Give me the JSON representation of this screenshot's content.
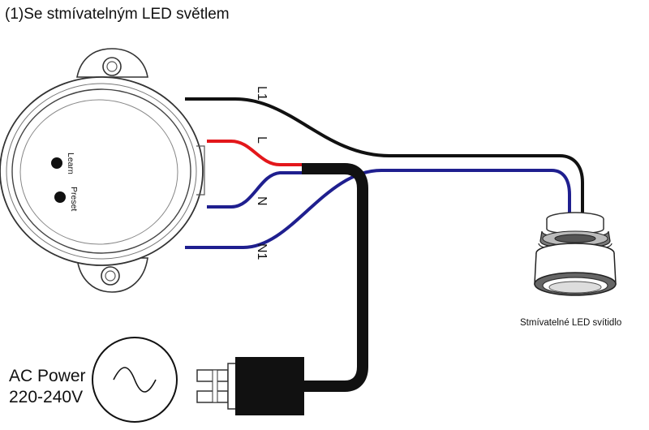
{
  "title": "(1)Se stmívatelným LED světlem",
  "module": {
    "buttons": [
      {
        "label": "Learn"
      },
      {
        "label": "Preset"
      }
    ]
  },
  "wires": {
    "l1": {
      "label": "L1",
      "color": "#111111"
    },
    "l": {
      "label": "L",
      "color": "#e3171b"
    },
    "n": {
      "label": "N",
      "color": "#1f1f8f"
    },
    "n1": {
      "label": "N1",
      "color": "#1f1f8f"
    }
  },
  "power": {
    "line1": "AC Power",
    "line2": "220-240V"
  },
  "lamp": {
    "caption": "Stmívatelné LED svítidlo"
  },
  "colors": {
    "cable": "#111111",
    "live": "#e3171b",
    "neutral": "#1f1f8f"
  }
}
